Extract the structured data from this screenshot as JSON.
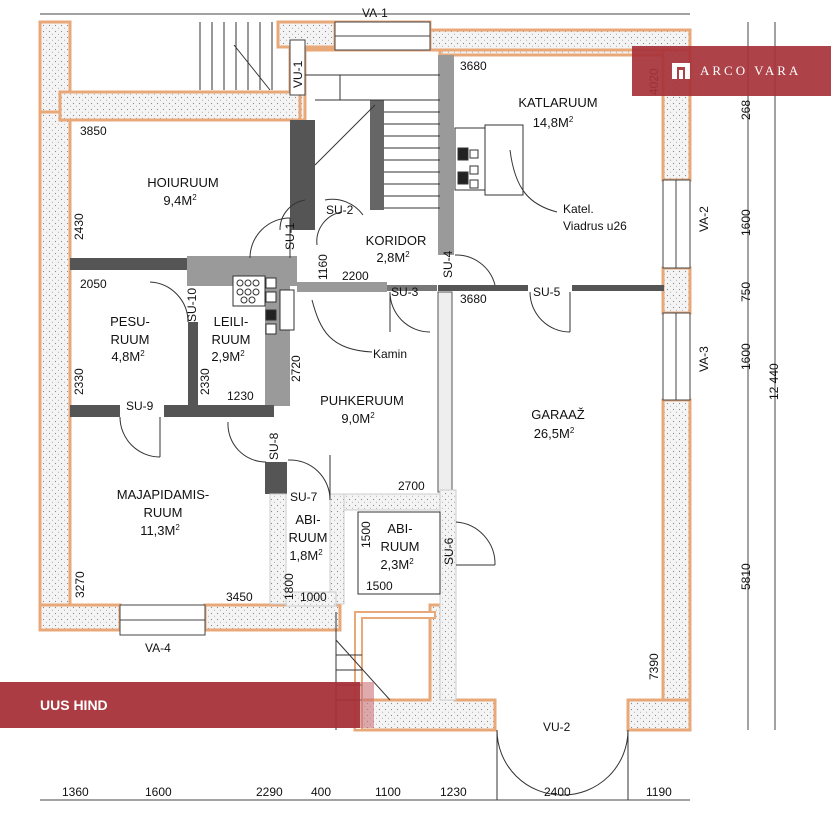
{
  "rooms": {
    "katlaruum": {
      "name": "KATLARUUM",
      "area": "14,8M",
      "sup": "2"
    },
    "hoiuruum": {
      "name": "HOIURUUM",
      "area": "9,4M",
      "sup": "2"
    },
    "koridor": {
      "name": "KORIDOR",
      "area": "2,8M",
      "sup": "2"
    },
    "pesuruum": {
      "name1": "PESU-",
      "name2": "RUUM",
      "area": "4,8M",
      "sup": "2"
    },
    "leiliruum": {
      "name1": "LEILI-",
      "name2": "RUUM",
      "area": "2,9M",
      "sup": "2"
    },
    "puhkeruum": {
      "name": "PUHKERUUM",
      "area": "9,0M",
      "sup": "2"
    },
    "garaaz": {
      "name": "GARAAŽ",
      "area": "26,5M",
      "sup": "2"
    },
    "majapidamisruum": {
      "name1": "MAJAPIDAMIS-",
      "name2": "RUUM",
      "area": "11,3M",
      "sup": "2"
    },
    "abiruum1": {
      "name1": "ABI-",
      "name2": "RUUM",
      "area": "1,8M",
      "sup": "2"
    },
    "abiruum2": {
      "name1": "ABI-",
      "name2": "RUUM",
      "area": "2,3M",
      "sup": "2"
    }
  },
  "annotations": {
    "katel1": "Katel.",
    "katel2": "Viadrus u26",
    "kamin": "Kamin"
  },
  "openings": {
    "va1": "VA-1",
    "va2": "VA-2",
    "va3": "VA-3",
    "va4": "VA-4",
    "vu1": "VU-1",
    "vu2": "VU-2",
    "su1": "SU-1",
    "su2": "SU-2",
    "su3": "SU-3",
    "su4": "SU-4",
    "su5": "SU-5",
    "su6": "SU-6",
    "su7": "SU-7",
    "su8": "SU-8",
    "su9": "SU-9",
    "su10": "SU-10"
  },
  "dims_inner": {
    "d3850": "3850",
    "d3680a": "3680",
    "d3680b": "3680",
    "d2430": "2430",
    "d1160": "1160",
    "d2200": "2200",
    "d2050": "2050",
    "d2330a": "2330",
    "d2330b": "2330",
    "d1230": "1230",
    "d2720": "2720",
    "d2700": "2700",
    "d1500a": "1500",
    "d1500b": "1500",
    "d3270": "3270",
    "d3450": "3450",
    "d1800": "1800",
    "d1000": "1000",
    "d7390": "7390",
    "d4020": "4020"
  },
  "dims_right": {
    "r2680": "268",
    "r1600a": "1600",
    "r750": "750",
    "r1600b": "1600",
    "r5810": "5810",
    "r12440": "12 440"
  },
  "dims_bottom": {
    "b1360": "1360",
    "b1600": "1600",
    "b2290": "2290",
    "b400": "400",
    "b1100": "1100",
    "b1230": "1230",
    "b2400": "2400",
    "b1190": "1190"
  },
  "brand": {
    "text": "ARCO VARA"
  },
  "price_banner": {
    "text": "UUS HIND"
  },
  "colors": {
    "brand_red": "#a8323a",
    "wall_outline": "#e8a878",
    "wall_dark": "#555555",
    "wall_grey": "#9a9a9a"
  }
}
